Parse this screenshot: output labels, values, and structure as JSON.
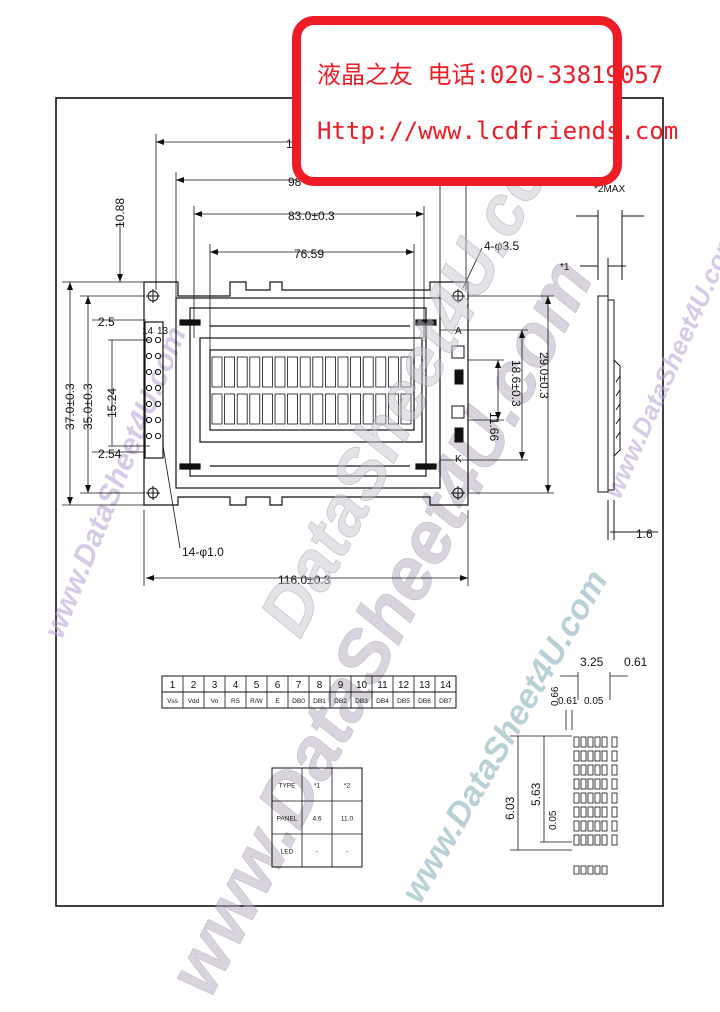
{
  "watermark": {
    "large": "www.DataSheet4U.com",
    "small": "DataSheet4U.com",
    "color": "#a08fb8"
  },
  "stamp": {
    "line1": "液晶之友 电话:020-33819057",
    "line2": "Http://www.lcdfriends.com",
    "color": "#ee1c25"
  },
  "dimensions": {
    "width_top": "10",
    "width_98": "98",
    "width_83": "83.0±0.3",
    "width_76": "76.59",
    "width_116": "116.0±0.3",
    "height_10_88": "10.88",
    "height_37": "37.0±0.3",
    "height_35": "35.0±0.3",
    "height_15_24": "15.24",
    "height_2_5": "2.5",
    "height_2_54": "2.54",
    "mount_holes": "4-φ3.5",
    "pin_holes": "14-φ1.0",
    "height_11_66": "11.66",
    "height_18_6": "18.6±0.3",
    "height_29": "29.0±0.3",
    "side_2max": "*2MAX",
    "side_star1": "*1",
    "side_1_6": "1.6",
    "pin_14": "14",
    "pin_13": "13",
    "pin_a": "A",
    "pin_k": "K"
  },
  "char_detail": {
    "w_3_25": "3.25",
    "w_0_61": "0.61",
    "h_0_66": "0.66",
    "w_0_61b": "0.61",
    "w_0_05": "0.05",
    "h_6_03": "6.03",
    "h_5_63": "5.63",
    "h_0_05": "0.05"
  },
  "pin_table": {
    "numbers": [
      "1",
      "2",
      "3",
      "4",
      "5",
      "6",
      "7",
      "8",
      "9",
      "10",
      "11",
      "12",
      "13",
      "14"
    ],
    "names": [
      "Vss",
      "Vdd",
      "Vo",
      "RS",
      "R/W",
      "E",
      "DB0",
      "DB1",
      "DB2",
      "DB3",
      "DB4",
      "DB5",
      "DB6",
      "DB7"
    ]
  },
  "type_table": {
    "headers": [
      "TYPE",
      "*1",
      "*2"
    ],
    "rows": [
      [
        "PANEL",
        "4.6",
        "11.0"
      ],
      [
        "LED",
        "-",
        "-"
      ]
    ]
  }
}
